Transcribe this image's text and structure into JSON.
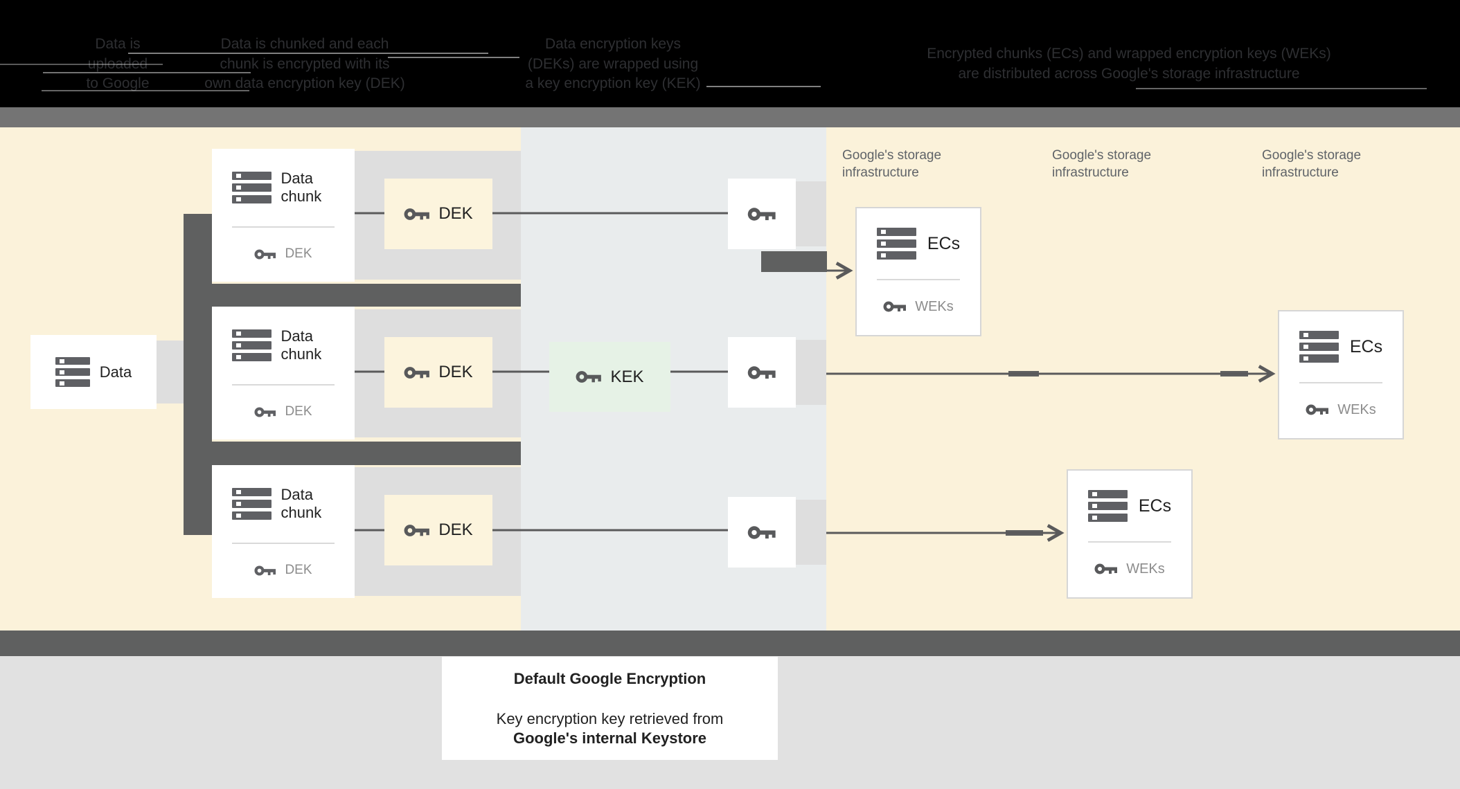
{
  "header": {
    "captions": [
      {
        "lines": [
          "Data is",
          "uploaded",
          "to Google"
        ]
      },
      {
        "lines": [
          "Data is chunked and each",
          "chunk is encrypted with its",
          "own data encryption key (DEK)"
        ]
      },
      {
        "lines": [
          "Data encryption keys",
          "(DEKs) are wrapped using",
          "a key encryption key (KEK)"
        ]
      },
      {
        "lines": [
          "Encrypted chunks (ECs) and wrapped encryption keys (WEKs)",
          "are distributed across Google's storage infrastructure"
        ]
      }
    ]
  },
  "diagram": {
    "data_box_label": "Data",
    "chunk_title": "Data chunk",
    "chunk_key_label": "DEK",
    "dek_label": "DEK",
    "kek_label": "KEK",
    "storage_label": "Google's storage infrastructure",
    "ecs_title": "ECs",
    "weks_label": "WEKs"
  },
  "footer": {
    "title": "Default Google Encryption",
    "line1": "Key encryption key retrieved from",
    "line2": "Google's internal Keystore"
  },
  "colors": {
    "cream": "#fbf2da",
    "bluegray": "#e9eced",
    "band_gray": "#dedede",
    "dark_gray": "#5f6060",
    "kek_green": "#e6f2e6",
    "top_divider": "#747474",
    "footer_bg": "#e1e1e1"
  }
}
